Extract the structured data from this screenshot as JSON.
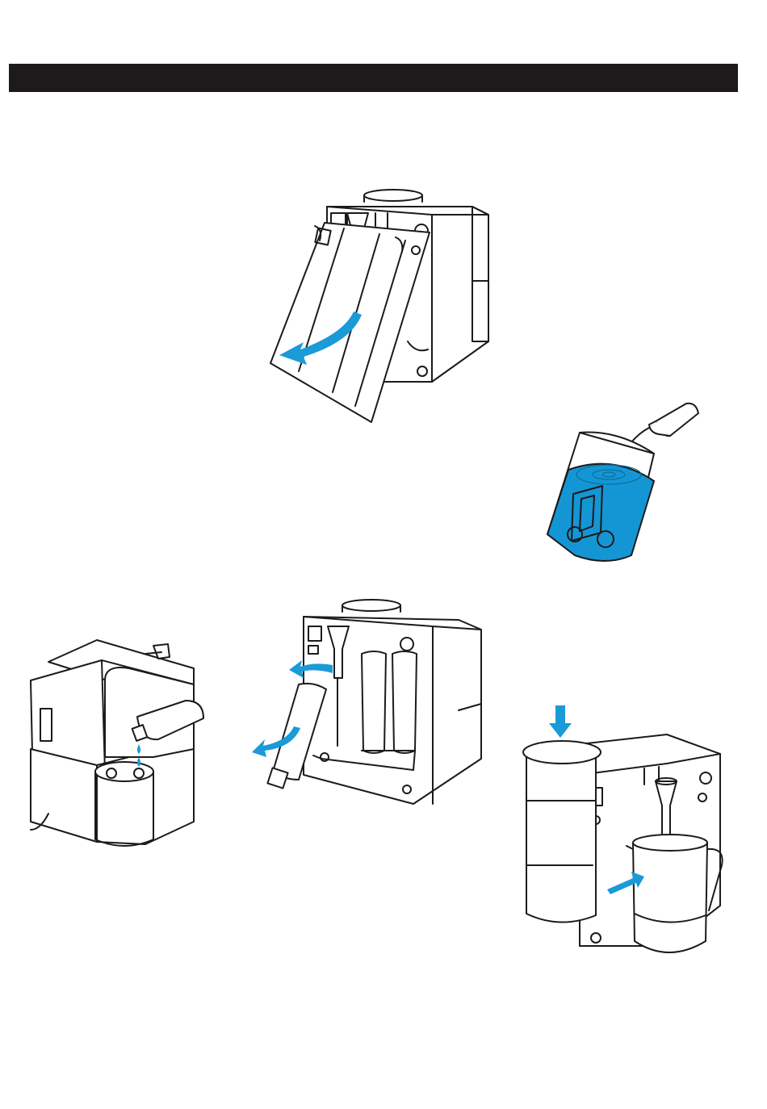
{
  "colors": {
    "header_bar": "#1c1a1b",
    "line_art": "#1c1a1b",
    "arrow_accent": "#1a9ad7",
    "water": "#1596d4",
    "background": "#ffffff"
  },
  "illustrations": [
    {
      "id": "step-open-front-panel",
      "icon": "curved-arrow-icon"
    },
    {
      "id": "step-add-drops-to-tank",
      "icon": "dropper-icon"
    },
    {
      "id": "step-fill-reservoir",
      "icon": "water-drop-icon"
    },
    {
      "id": "step-remove-filter",
      "icon": "curved-arrow-icon"
    },
    {
      "id": "step-press-lid-place-kettle",
      "icon": "straight-arrow-icon"
    }
  ]
}
